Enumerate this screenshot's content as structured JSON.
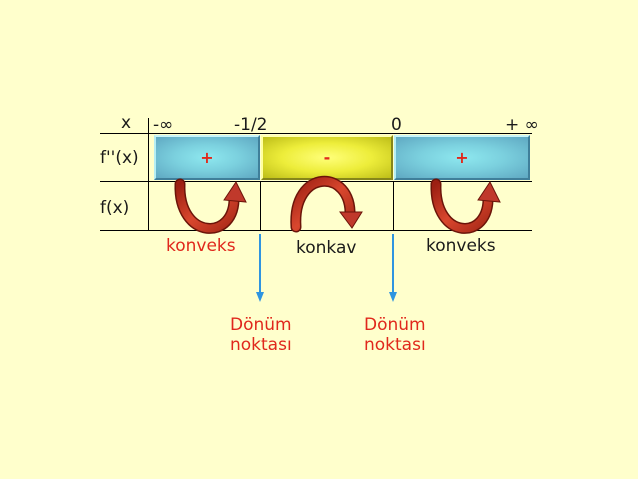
{
  "table": {
    "row_labels": {
      "x": "x",
      "second_derivative": "f''(x)",
      "function": "f(x)"
    },
    "x_values": {
      "neg_inf": "-∞",
      "neg_half": "-1/2",
      "zero": "0",
      "pos_inf": "+ ∞"
    },
    "signs": {
      "interval1": "+",
      "interval2": "-",
      "interval3": "+"
    },
    "colors": {
      "positive_cell": "#7BD0DE",
      "negative_cell": "#EDED3A",
      "sign_text": "#E0281C",
      "arrow": "#C0392B",
      "pointer": "#2F95E0"
    }
  },
  "concavity": {
    "interval1": "konveks",
    "interval2": "konkav",
    "interval3": "konveks"
  },
  "inflection": {
    "left": {
      "line1": "Dönüm",
      "line2": "noktası"
    },
    "right": {
      "line1": "Dönüm",
      "line2": "noktası"
    }
  }
}
